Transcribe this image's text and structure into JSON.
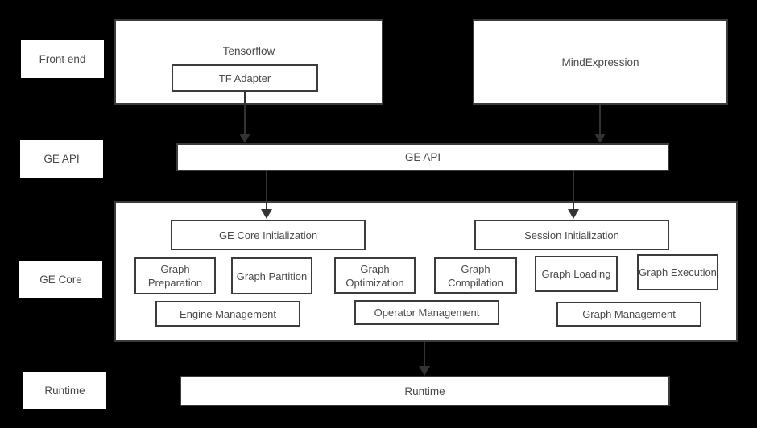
{
  "colors": {
    "background": "#000000",
    "box_fill": "#ffffff",
    "box_border": "#3b3b3b",
    "text": "#4a4a4a",
    "arrow": "#333333"
  },
  "side_labels": {
    "front_end": "Front end",
    "ge_api": "GE API",
    "ge_core": "GE Core",
    "runtime": "Runtime"
  },
  "front_end": {
    "tensorflow": "Tensorflow",
    "tf_adapter": "TF Adapter",
    "mind_expression": "MindExpression"
  },
  "ge_api": {
    "label": "GE API"
  },
  "ge_core": {
    "initialization": [
      "GE Core Initialization",
      "Session Initialization"
    ],
    "modules": [
      "Graph Preparation",
      "Graph Partition",
      "Graph Optimization",
      "Graph Compilation",
      "Graph Loading",
      "Graph Execution"
    ],
    "management": [
      "Engine Management",
      "Operator Management",
      "Graph Management"
    ]
  },
  "runtime": {
    "label": "Runtime"
  }
}
